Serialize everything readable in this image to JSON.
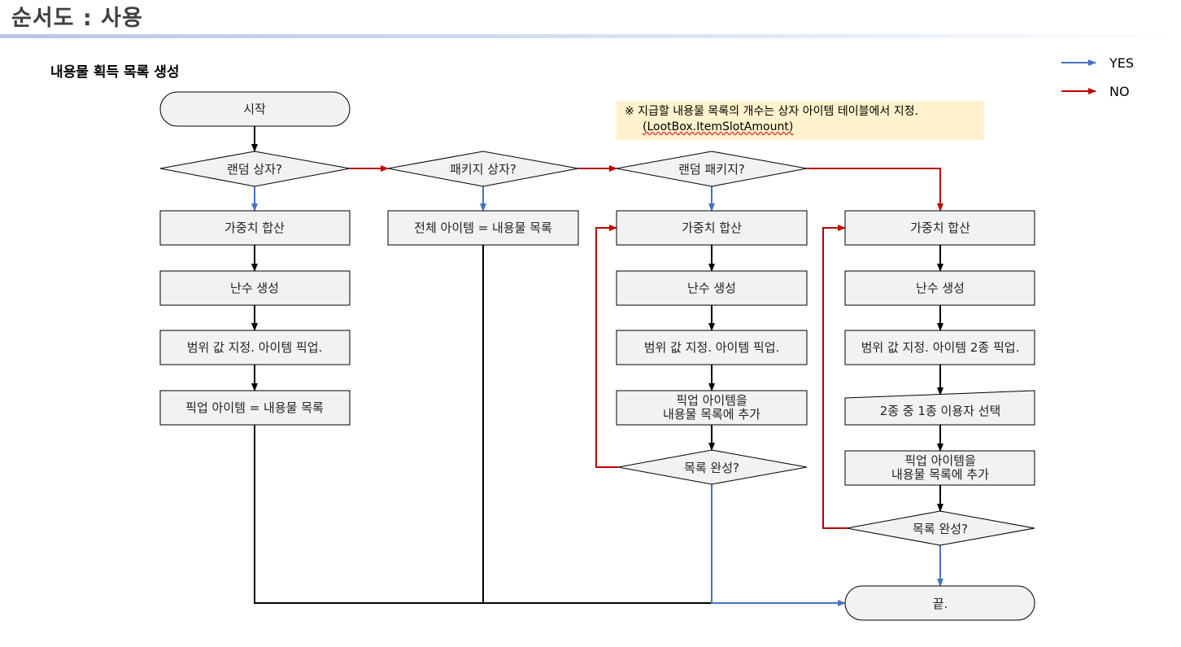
{
  "page_title": "순서도 : 사용",
  "diagram_title": "내용물 획득 목록 생성",
  "legend": {
    "yes_label": "YES",
    "no_label": "NO",
    "yes_color": "#4472c4",
    "no_color": "#c00000"
  },
  "note": {
    "line1": "※ 지급할 내용물 목록의 개수는 상자 아이템 테이블에서 지정.",
    "line2": "(LootBox.ItemSlotAmount)"
  },
  "nodes": {
    "start": "시작",
    "q_random_box": "랜덤 상자?",
    "q_package_box": "패키지 상자?",
    "q_random_package": "랜덤 패키지?",
    "col1": {
      "weight_sum": "가중치 합산",
      "gen_random": "난수 생성",
      "pick_range": "범위 값 지정. 아이템 픽업.",
      "result": "픽업 아이템 = 내용물 목록"
    },
    "col2": {
      "all_items": "전체 아이템 = 내용물 목록"
    },
    "col3": {
      "weight_sum": "가중치 합산",
      "gen_random": "난수 생성",
      "pick_range": "범위 값 지정. 아이템 픽업.",
      "add_line1": "픽업 아이템을",
      "add_line2": "내용물 목록에 추가",
      "q_complete": "목록 완성?"
    },
    "col4": {
      "weight_sum": "가중치 합산",
      "gen_random": "난수 생성",
      "pick_range": "범위 값 지정. 아이템 2종 픽업.",
      "user_select": "2종 중 1종 이용자 선택",
      "add_line1": "픽업 아이템을",
      "add_line2": "내용물 목록에 추가",
      "q_complete": "목록 완성?"
    },
    "end": "끝."
  }
}
